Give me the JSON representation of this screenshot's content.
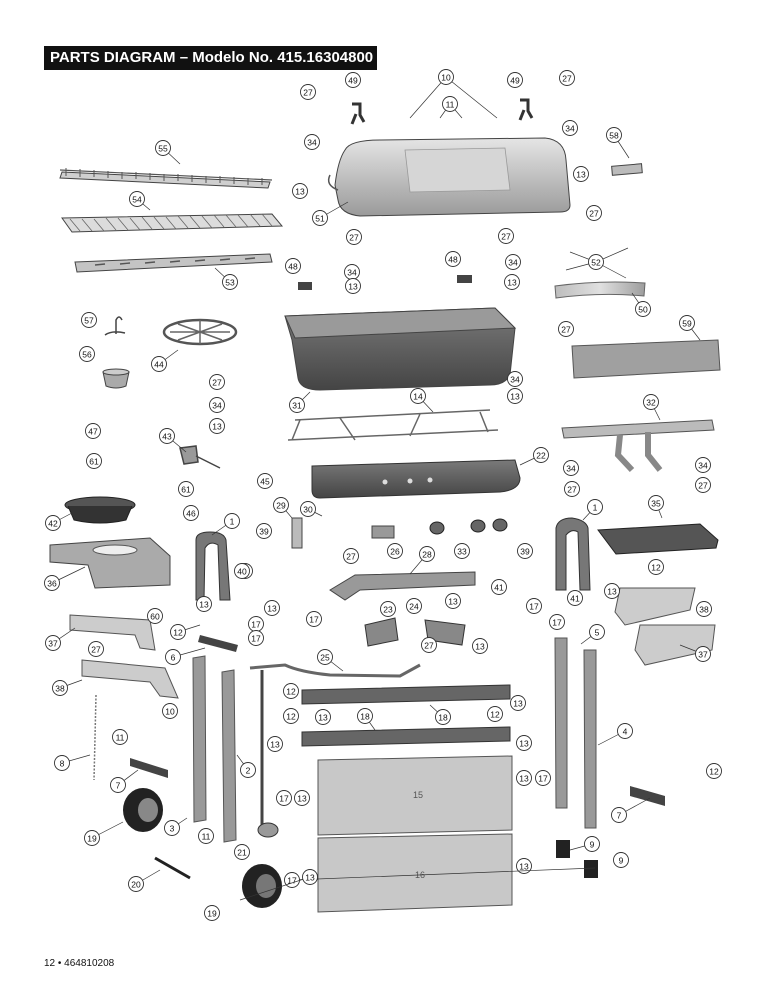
{
  "header": {
    "title": "PARTS DIAGRAM – Modelo No. 415.16304800"
  },
  "footer": {
    "page_ref": "12 • 464810208"
  },
  "panel_labels": {
    "front_upper": "15",
    "front_lower": "16"
  },
  "colors": {
    "title_bg": "#111111",
    "part_fill": "#a8a8a8",
    "part_dark": "#555555",
    "part_light": "#cfcfcf"
  },
  "callouts": [
    "10",
    "11",
    "49",
    "49",
    "27",
    "27",
    "34",
    "34",
    "13",
    "13",
    "55",
    "51",
    "58",
    "54",
    "27",
    "27",
    "27",
    "52",
    "48",
    "48",
    "34",
    "34",
    "13",
    "13",
    "53",
    "50",
    "57",
    "44",
    "56",
    "27",
    "34",
    "13",
    "31",
    "14",
    "59",
    "27",
    "34",
    "13",
    "32",
    "47",
    "61",
    "43",
    "34",
    "27",
    "34",
    "27",
    "61",
    "45",
    "46",
    "42",
    "29",
    "30",
    "1",
    "1",
    "39",
    "35",
    "22",
    "26",
    "33",
    "36",
    "40",
    "27",
    "28",
    "39",
    "40",
    "41",
    "12",
    "13",
    "41",
    "60",
    "13",
    "17",
    "17",
    "13",
    "12",
    "37",
    "17",
    "23",
    "24",
    "13",
    "17",
    "17",
    "38",
    "27",
    "13",
    "6",
    "25",
    "5",
    "27",
    "37",
    "38",
    "12",
    "13",
    "10",
    "12",
    "18",
    "18",
    "12",
    "13",
    "11",
    "8",
    "13",
    "13",
    "4",
    "7",
    "17",
    "13",
    "17",
    "12",
    "2",
    "13",
    "3",
    "19",
    "11",
    "9",
    "21",
    "7",
    "13",
    "20",
    "17",
    "13",
    "9",
    "19"
  ]
}
